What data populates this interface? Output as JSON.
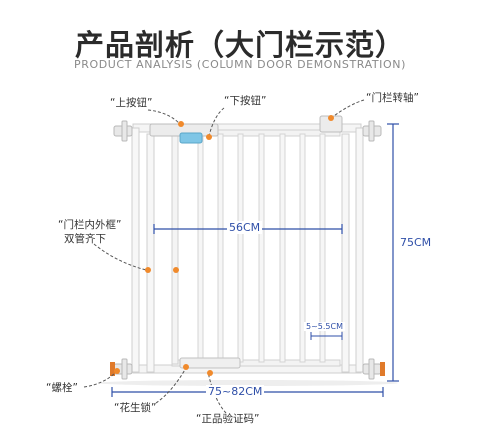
{
  "title": "产品剖析（大门栏示范）",
  "subtitle": "PRODUCT ANALYSIS (COLUMN DOOR DEMONSTRATION)",
  "callouts": {
    "top_button": "“上按钮”",
    "lower_button": "“下按钮”",
    "hinge": "“门栏转轴”",
    "frame": "“门栏内外框”",
    "frame_sub": "双管齐下",
    "bolt": "“螺栓”",
    "lock": "“花生锁”",
    "verify": "“正品验证码”"
  },
  "dimensions": {
    "inner_width": "56CM",
    "height": "75CM",
    "gap": "5~5.5CM",
    "overall_width": "75~82CM"
  },
  "colors": {
    "marker": "#f08a2c",
    "dimension": "#2f4fa8",
    "button": "#7fc6e6"
  }
}
